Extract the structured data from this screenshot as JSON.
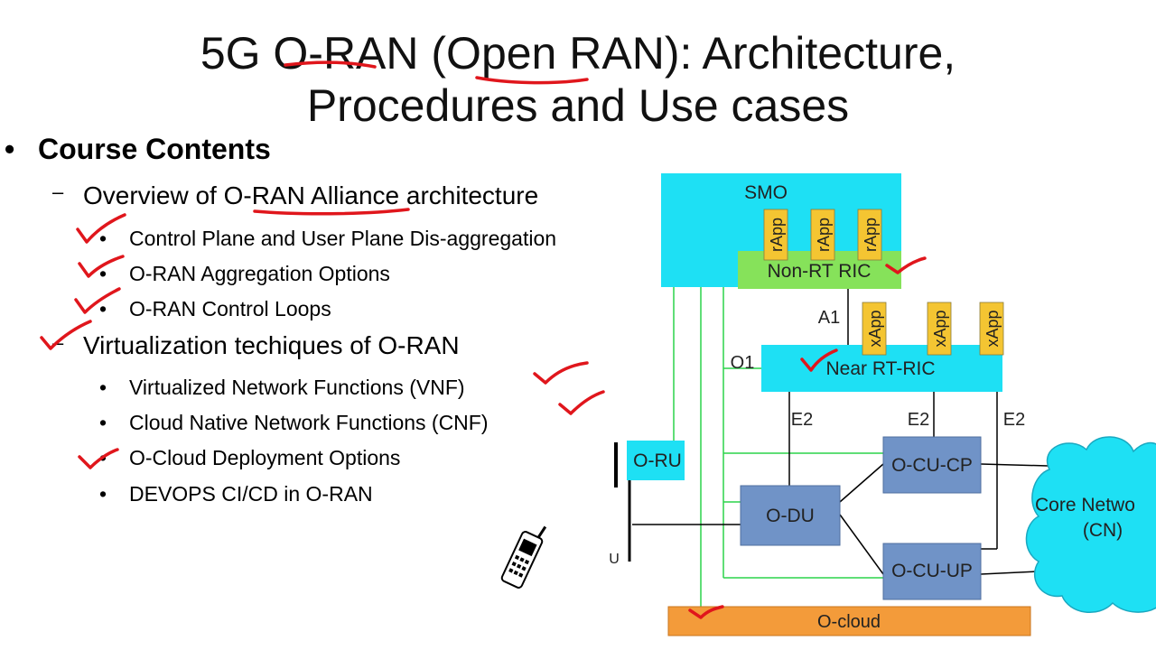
{
  "slide": {
    "title_line1": "5G O-RAN (Open RAN): Architecture,",
    "title_line2": "Procedures and Use cases"
  },
  "contents": {
    "heading": "Course Contents",
    "section1": "Overview of O-RAN Alliance architecture",
    "section1_items": [
      "Control Plane and User Plane Dis-aggregation",
      "O-RAN Aggregation Options",
      "O-RAN Control Loops"
    ],
    "section2": "Virtualization techiques of O-RAN",
    "section2_items": [
      "Virtualized Network Functions (VNF)",
      "Cloud Native Network Functions (CNF)",
      "O-Cloud Deployment Options",
      "DEVOPS CI/CD in O-RAN"
    ]
  },
  "diagram": {
    "smo": "SMO",
    "rapp": "rApp",
    "non_rt_ric": "Non-RT RIC",
    "a1": "A1",
    "o1": "O1",
    "xapp": "xApp",
    "near_rt_ric": "Near RT-RIC",
    "e2": "E2",
    "o_ru": "O-RU",
    "o_du": "O-DU",
    "o_cu_cp": "O-CU-CP",
    "o_cu_up": "O-CU-UP",
    "core_line1": "Core Netwo",
    "core_line2": "(CN)",
    "o_cloud": "O-cloud",
    "u_label": "U",
    "colors": {
      "cyan": "#1ee0f4",
      "green": "#86e25a",
      "yellow": "#f4c532",
      "blue": "#7093c7",
      "orange": "#f39b3a",
      "o_cloud_link": "#2bd44a",
      "annotation_ink": "#e0161c"
    }
  }
}
